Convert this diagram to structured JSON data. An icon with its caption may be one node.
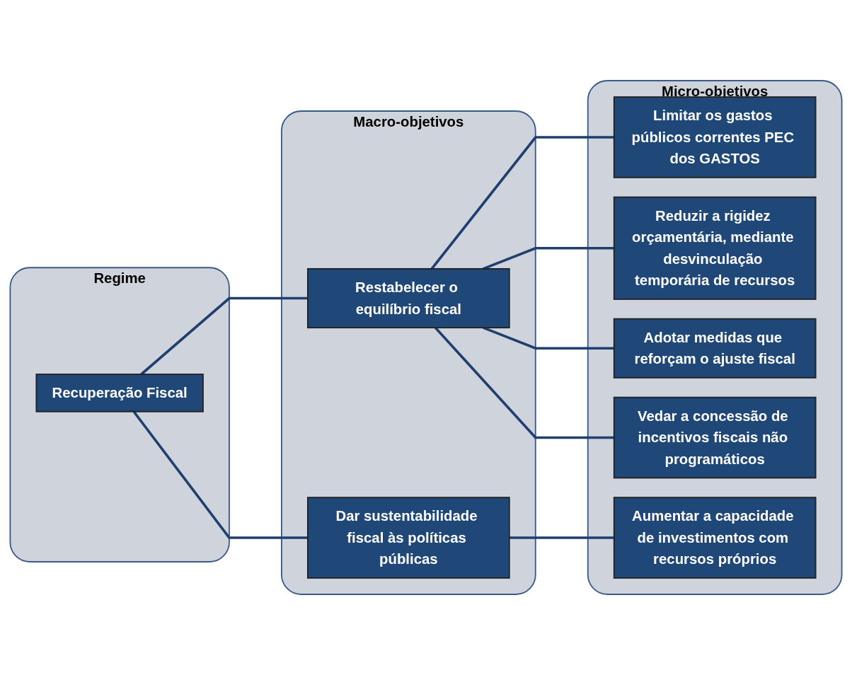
{
  "diagram": {
    "nodes": [
      {
        "text": [
          "Regime"
        ]
      },
      {
        "text": [
          "Recuperação Fiscal"
        ],
        "in": 0
      },
      {
        "text": [
          "Macro-objetivos"
        ]
      },
      {
        "text": [
          "Restabelecer o equilíbrio fiscal"
        ],
        "in": 2
      },
      {
        "text": [
          "Dar sustentabilidade fiscal às políticas públicas"
        ],
        "in": 2
      },
      {
        "text": [
          "Micro-objetivos"
        ]
      },
      {
        "text": [
          "Limitar os gastos públicos correntes PEC dos GASTOS"
        ],
        "in": 5
      },
      {
        "text": [
          "Reduzir a rigidez orçamentária, mediante desvinculação temporária de recursos"
        ],
        "in": 5
      },
      {
        "text": [
          "Adotar medidas que reforçam o ajuste fiscal"
        ],
        "in": 5
      },
      {
        "text": [
          "Vedar a concessão de incentivos fiscais não programáticos"
        ],
        "in": 5
      },
      {
        "text": [
          "Aumentar a capacidade de investimentos com recursos próprios"
        ],
        "in": 5
      }
    ],
    "edges": [
      {
        "from": 1,
        "to": 3,
        "arrow": "none"
      },
      {
        "from": 1,
        "to": 4,
        "arrow": "none"
      },
      {
        "from": 3,
        "to": 6,
        "arrow": "none"
      },
      {
        "from": 3,
        "to": 7,
        "arrow": "none"
      },
      {
        "from": 3,
        "to": 8,
        "arrow": "none"
      },
      {
        "from": 3,
        "to": 9,
        "arrow": "none"
      },
      {
        "from": 4,
        "to": 10,
        "arrow": "none"
      }
    ]
  }
}
